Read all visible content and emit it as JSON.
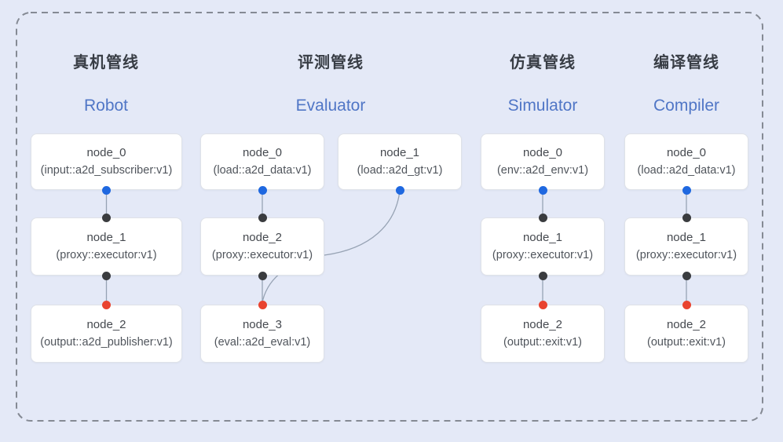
{
  "diagram": {
    "kind": "pipeline-graph-overview",
    "colors": {
      "background": "#e4e9f7",
      "dashed_border": "#858a94",
      "pipeline_title": "#383d45",
      "pipeline_subtitle": "#5076c6",
      "node_background": "#ffffff",
      "node_border": "#dfe2e8",
      "node_text": "#45494f",
      "connector": "#97a3b4",
      "port_blue": "#1f68e0",
      "port_black": "#3a3c3f",
      "port_red": "#e9432f"
    }
  },
  "pipelines": [
    {
      "id": "robot",
      "title": "真机管线",
      "subtitle": "Robot",
      "nodes": [
        {
          "name": "node_0",
          "type": "(input::a2d_subscriber:v1)",
          "port_bottom": "blue"
        },
        {
          "name": "node_1",
          "type": "(proxy::executor:v1)",
          "port_top": "black",
          "port_bottom": "black"
        },
        {
          "name": "node_2",
          "type": "(output::a2d_publisher:v1)",
          "port_top": "red"
        }
      ],
      "edges": [
        {
          "from": "node_0",
          "to": "node_1"
        },
        {
          "from": "node_1",
          "to": "node_2"
        }
      ]
    },
    {
      "id": "evaluator",
      "title": "评测管线",
      "subtitle": "Evaluator",
      "nodes": [
        {
          "name": "node_0",
          "type": "(load::a2d_data:v1)",
          "port_bottom": "blue"
        },
        {
          "name": "node_1",
          "type": "(load::a2d_gt:v1)",
          "port_bottom": "blue"
        },
        {
          "name": "node_2",
          "type": "(proxy::executor:v1)",
          "port_top": "black",
          "port_bottom": "black"
        },
        {
          "name": "node_3",
          "type": "(eval::a2d_eval:v1)",
          "port_top": "red"
        }
      ],
      "edges": [
        {
          "from": "node_0",
          "to": "node_2"
        },
        {
          "from": "node_2",
          "to": "node_3"
        },
        {
          "from": "node_1",
          "to": "node_3",
          "style": "curved"
        }
      ]
    },
    {
      "id": "simulator",
      "title": "仿真管线",
      "subtitle": "Simulator",
      "nodes": [
        {
          "name": "node_0",
          "type": "(env::a2d_env:v1)",
          "port_bottom": "blue"
        },
        {
          "name": "node_1",
          "type": "(proxy::executor:v1)",
          "port_top": "black",
          "port_bottom": "black"
        },
        {
          "name": "node_2",
          "type": "(output::exit:v1)",
          "port_top": "red"
        }
      ],
      "edges": [
        {
          "from": "node_0",
          "to": "node_1"
        },
        {
          "from": "node_1",
          "to": "node_2"
        }
      ]
    },
    {
      "id": "compiler",
      "title": "编译管线",
      "subtitle": "Compiler",
      "nodes": [
        {
          "name": "node_0",
          "type": "(load::a2d_data:v1)",
          "port_bottom": "blue"
        },
        {
          "name": "node_1",
          "type": "(proxy::executor:v1)",
          "port_top": "black",
          "port_bottom": "black"
        },
        {
          "name": "node_2",
          "type": "(output::exit:v1)",
          "port_top": "red"
        }
      ],
      "edges": [
        {
          "from": "node_0",
          "to": "node_1"
        },
        {
          "from": "node_1",
          "to": "node_2"
        }
      ]
    }
  ]
}
